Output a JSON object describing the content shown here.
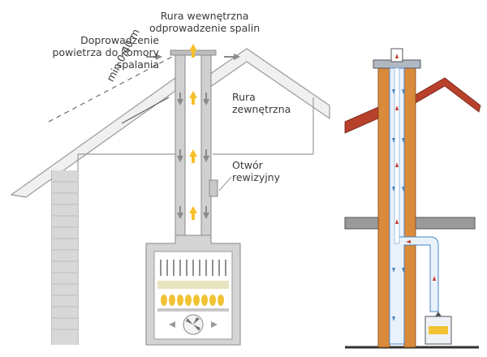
{
  "left_diagram": {
    "labels": {
      "inner_pipe": [
        "Rura wewnętrzna",
        "odprowadzenie spalin"
      ],
      "air_supply": [
        "Doprowadzenie",
        "powietrza  do komory",
        "spalania"
      ],
      "min_distance": "min  0,40 m",
      "outer_pipe": [
        "Rura",
        "zewnętrzna"
      ],
      "inspection_opening": [
        "Otwór",
        "rewizyjny"
      ]
    }
  },
  "colors": {
    "pipe_fill": "#c9c9c9",
    "pipe_edge": "#8a8a8a",
    "flame": "#f1c232",
    "arrow_yellow": "#f6c02a",
    "brick": "#d98a3a",
    "roof_red": "#b8412c",
    "flue_blue": "#4a86c8",
    "flue_red": "#c0392b",
    "inner_bg": "#e9f2fb"
  }
}
